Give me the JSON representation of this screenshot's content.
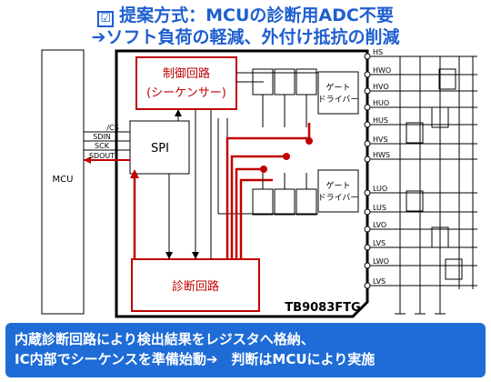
{
  "header": {
    "check_mark": "☑",
    "line1": "提案方式：MCUの診断用ADC不要",
    "line2": "➔ソフト負荷の軽減、外付け抵抗の削減"
  },
  "diagram": {
    "mcu_label": "MCU",
    "spi_label": "SPI",
    "control_label_1": "制御回路",
    "control_label_2": "(シーケンサー)",
    "driver_upper_1": "ゲート",
    "driver_upper_2": "ドライバー",
    "driver_lower_1": "ゲート",
    "driver_lower_2": "ドライバー",
    "diag_label": "診断回路",
    "chip_name": "TB9083FTG",
    "spi_pins": [
      "/CS",
      "SDIN",
      "SCK",
      "SDOUT"
    ],
    "right_pins": [
      "HS",
      "HWO",
      "HVO",
      "HUO",
      "HUS",
      "HVS",
      "HWS",
      "LUO",
      "LUS",
      "LVO",
      "LVS",
      "LWO",
      "LVS"
    ]
  },
  "footer": {
    "line1": "内蔵診断回路により検出結果をレジスタへ格納、",
    "line2": "IC内部でシーケンスを準備始動➔　判断はMCUにより実施"
  },
  "colors": {
    "accent_blue": "#1f5fd0",
    "footer_bg": "#1f6cd6",
    "diag_red": "#c00000"
  }
}
